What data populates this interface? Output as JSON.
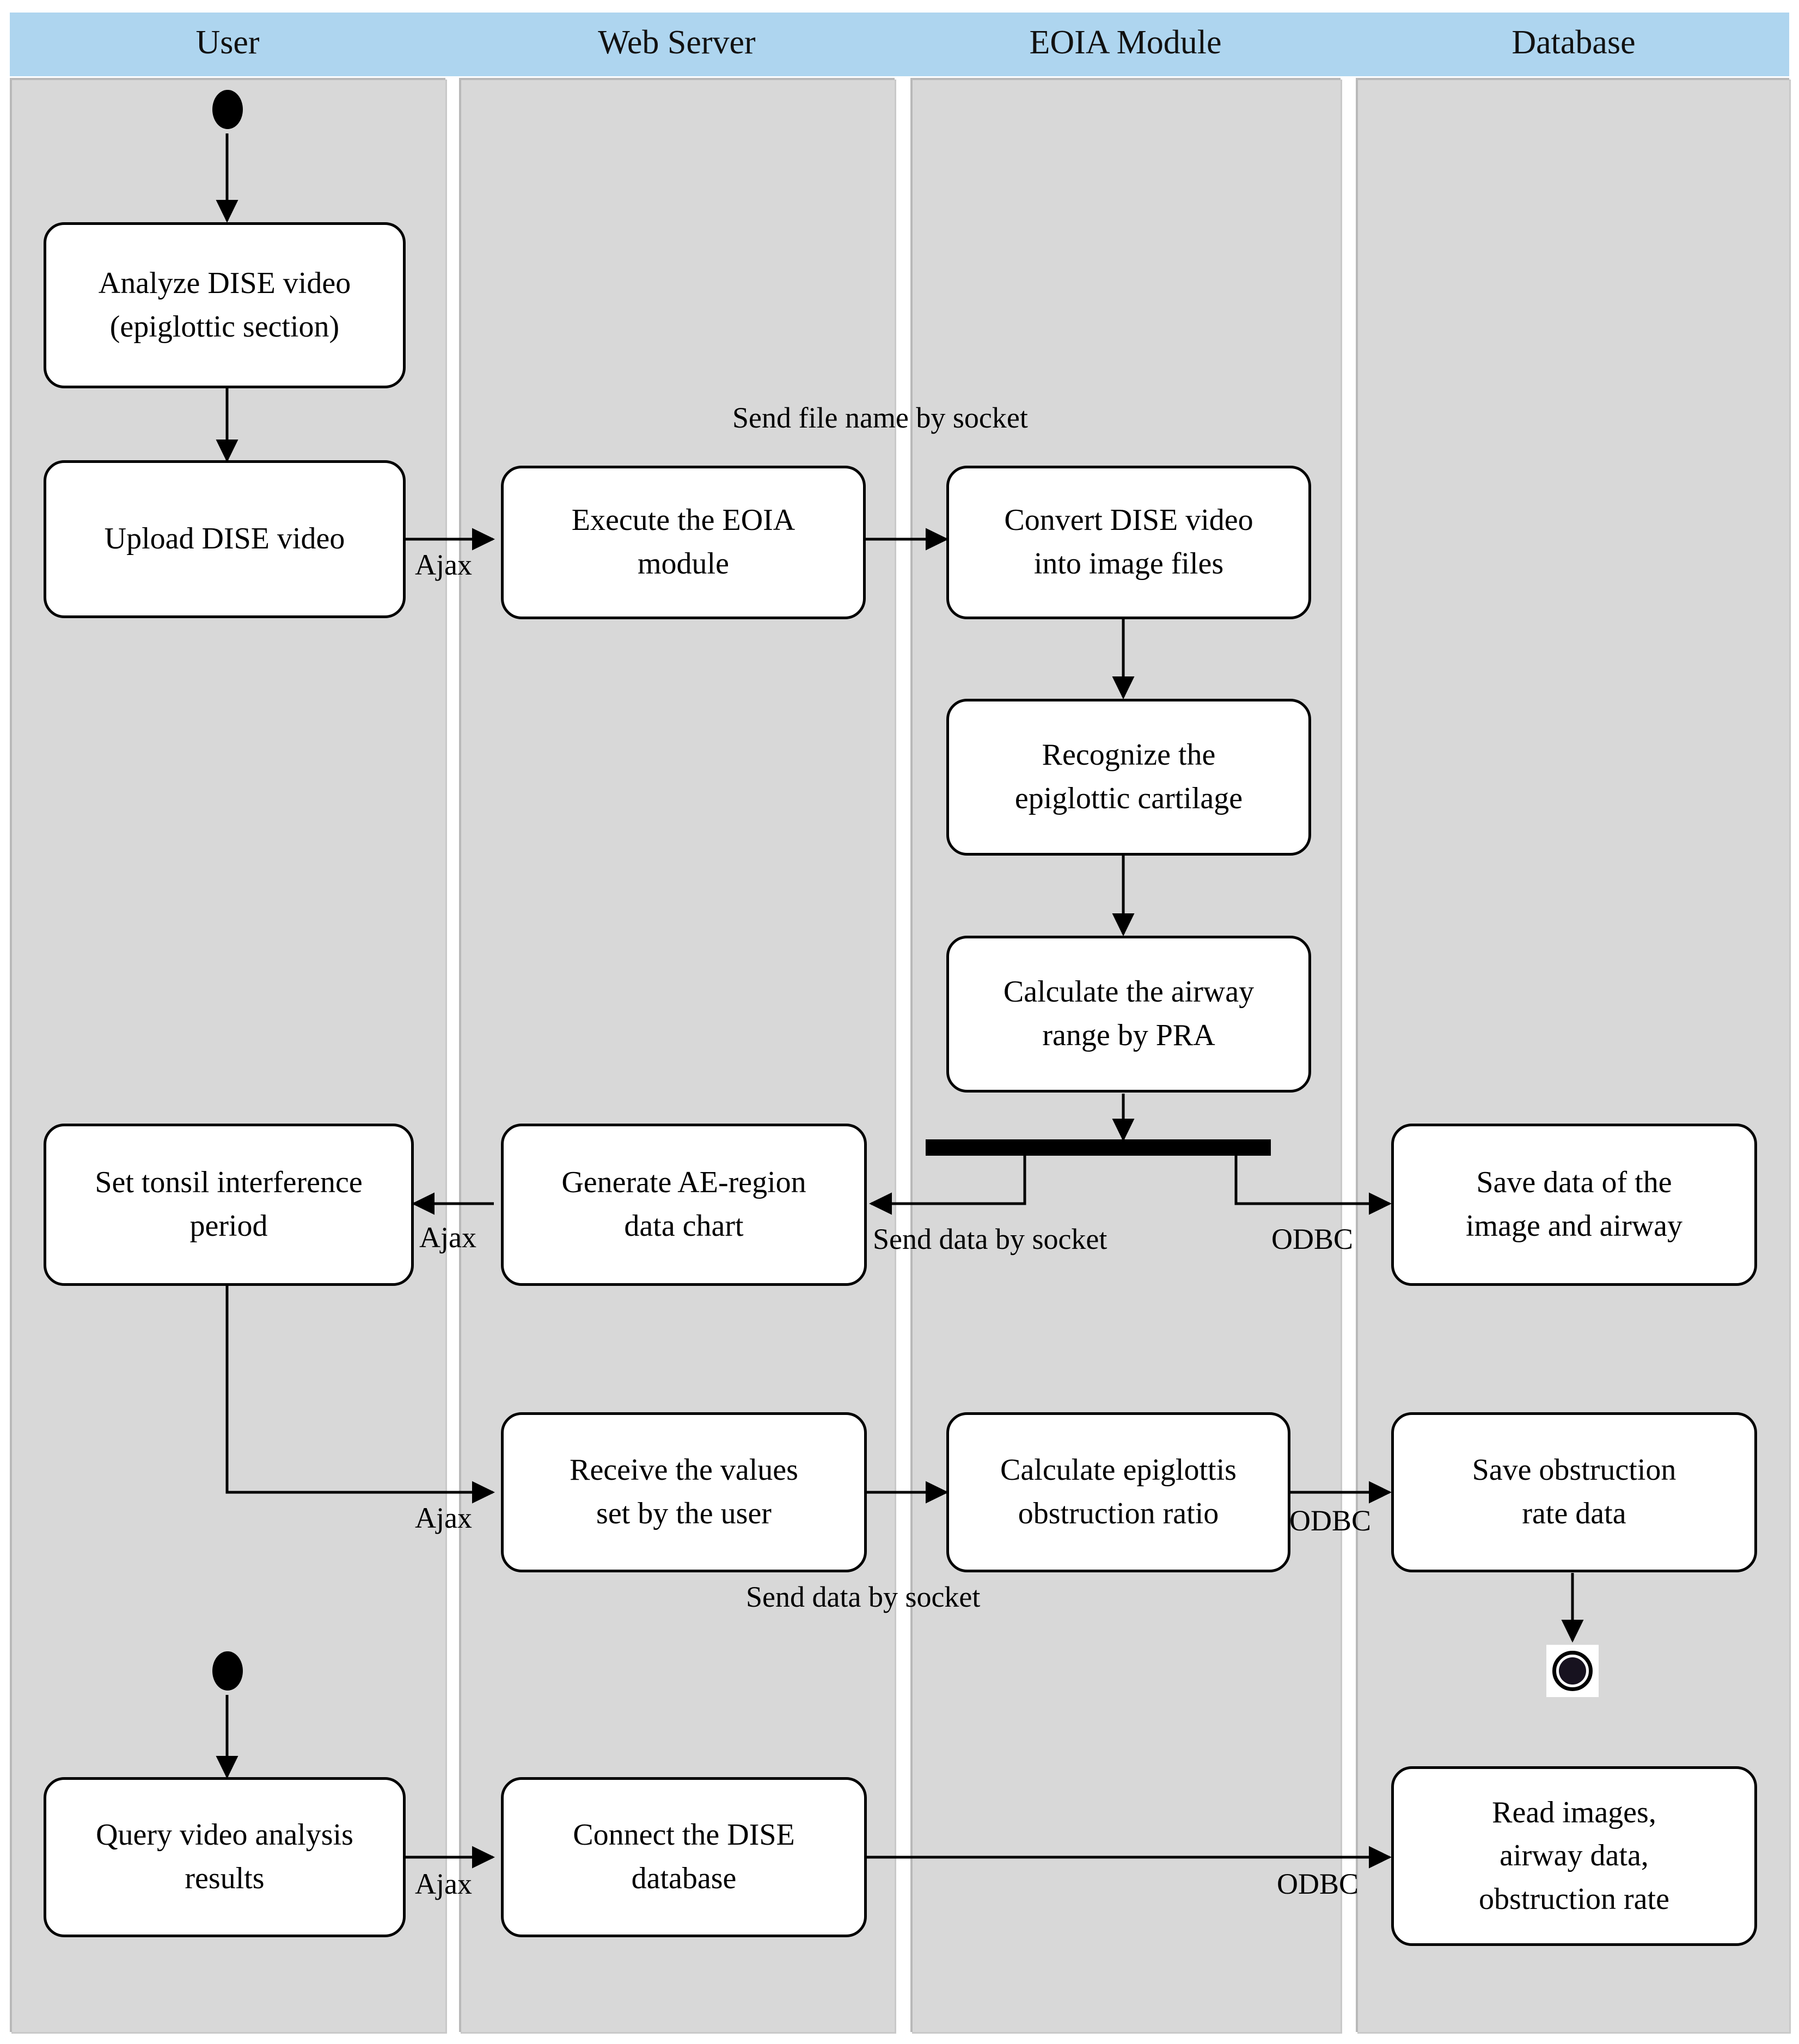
{
  "diagram": {
    "title": "EOIA system activity diagram",
    "type": "uml-activity-swimlane",
    "colors": {
      "header_band": "#aed5ef",
      "lane_fill": "#d8d8d8",
      "lane_border": "#b9b9b9",
      "node_fill": "#ffffff",
      "stroke": "#000000"
    }
  },
  "lanes": [
    {
      "label": "User"
    },
    {
      "label": "Web Server"
    },
    {
      "label": "EOIA Module"
    },
    {
      "label": "Database"
    }
  ],
  "nodes": [
    {
      "id": "analyze",
      "lane": "User",
      "label": "Analyze DISE video\n(epiglottic section)"
    },
    {
      "id": "upload",
      "lane": "User",
      "label": "Upload DISE video"
    },
    {
      "id": "execute",
      "lane": "Web Server",
      "label": "Execute the EOIA\nmodule"
    },
    {
      "id": "convert",
      "lane": "EOIA Module",
      "label": "Convert DISE video\ninto image files"
    },
    {
      "id": "recognize",
      "lane": "EOIA Module",
      "label": "Recognize the\nepiglottic cartilage"
    },
    {
      "id": "calc_airway",
      "lane": "EOIA Module",
      "label": "Calculate the airway\nrange by PRA"
    },
    {
      "id": "set_tonsil",
      "lane": "User",
      "label": "Set tonsil interference\nperiod"
    },
    {
      "id": "gen_chart",
      "lane": "Web Server",
      "label": "Generate AE-region\ndata chart"
    },
    {
      "id": "save_img",
      "lane": "Database",
      "label": "Save data of the\nimage and airway"
    },
    {
      "id": "receive_values",
      "lane": "Web Server",
      "label": "Receive the values\nset by the user"
    },
    {
      "id": "calc_obstruction",
      "lane": "EOIA Module",
      "label": "Calculate epiglottis\nobstruction ratio"
    },
    {
      "id": "save_rate",
      "lane": "Database",
      "label": "Save obstruction\nrate data"
    },
    {
      "id": "query_results",
      "lane": "User",
      "label": "Query video analysis\nresults"
    },
    {
      "id": "connect_db",
      "lane": "Web Server",
      "label": "Connect the DISE\ndatabase"
    },
    {
      "id": "read_data",
      "lane": "Database",
      "label": "Read images,\nairway data,\nobstruction rate"
    }
  ],
  "control_nodes": [
    {
      "id": "start-1",
      "kind": "initial-node",
      "lane": "User"
    },
    {
      "id": "fork-1",
      "kind": "fork-bar",
      "lane": "EOIA Module"
    },
    {
      "id": "start-2",
      "kind": "initial-node",
      "lane": "User"
    },
    {
      "id": "end-1",
      "kind": "final-node",
      "lane": "Database"
    }
  ],
  "edge_labels": [
    {
      "id": "lbl-ajax-1",
      "text": "Ajax"
    },
    {
      "id": "lbl-socket-1",
      "text": "Send file name by socket"
    },
    {
      "id": "lbl-ajax-2",
      "text": "Ajax"
    },
    {
      "id": "lbl-socket-2",
      "text": "Send data by socket"
    },
    {
      "id": "lbl-odbc-1",
      "text": "ODBC"
    },
    {
      "id": "lbl-ajax-3",
      "text": "Ajax"
    },
    {
      "id": "lbl-socket-3",
      "text": "Send data by socket"
    },
    {
      "id": "lbl-odbc-2",
      "text": "ODBC"
    },
    {
      "id": "lbl-ajax-4",
      "text": "Ajax"
    },
    {
      "id": "lbl-odbc-3",
      "text": "ODBC"
    }
  ]
}
